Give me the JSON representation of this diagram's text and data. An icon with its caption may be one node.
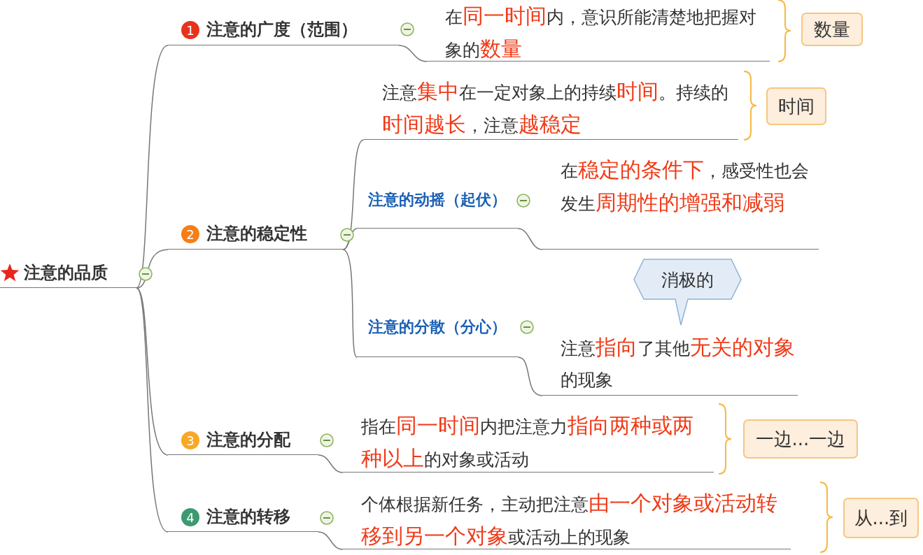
{
  "diagram": {
    "nodes": [
      {
        "text": [
          "注意的品质"
        ]
      },
      {
        "text": [
          "注意的广度（范围）"
        ]
      },
      {
        "text": [
          "在**同一时间**内，意识所能清楚地把握对象的**数量**"
        ]
      },
      {
        "text": [
          "数量"
        ]
      },
      {
        "text": [
          "注意的稳定性"
        ]
      },
      {
        "text": [
          "注意**集中**在一定对象上的持续**时间**。持续的**时间越长**，注意**越稳定**"
        ]
      },
      {
        "text": [
          "时间"
        ]
      },
      {
        "text": [
          "注意的动摇（起伏）"
        ]
      },
      {
        "text": [
          "在**稳定的条件下**，感受性也会发生**周期性的增强和减弱**"
        ]
      },
      {
        "text": [
          "注意的分散（分心）"
        ]
      },
      {
        "text": [
          "消极的"
        ]
      },
      {
        "text": [
          "注意**指向**了其他**无关的对象**的现象"
        ]
      },
      {
        "text": [
          "注意的分配"
        ]
      },
      {
        "text": [
          "指在**同一时间**内把注意力**指向两种或两种以上**的对象或活动"
        ]
      },
      {
        "text": [
          "一边...一边"
        ]
      },
      {
        "text": [
          "注意的转移"
        ]
      },
      {
        "text": [
          "个体根据新任务，主动把注意**由一个对象或活动转移到另一个对象**或活动上的现象"
        ]
      },
      {
        "text": [
          "从...到"
        ]
      }
    ],
    "edges": [
      {
        "from": 0,
        "to": 1,
        "arrow": "none"
      },
      {
        "from": 0,
        "to": 4,
        "arrow": "none"
      },
      {
        "from": 0,
        "to": 12,
        "arrow": "none"
      },
      {
        "from": 0,
        "to": 15,
        "arrow": "none"
      },
      {
        "from": 1,
        "to": 2,
        "arrow": "none"
      },
      {
        "from": 4,
        "to": 5,
        "arrow": "none"
      },
      {
        "from": 4,
        "to": 7,
        "arrow": "none"
      },
      {
        "from": 4,
        "to": 9,
        "arrow": "none"
      },
      {
        "from": 7,
        "to": 8,
        "arrow": "none"
      },
      {
        "from": 9,
        "to": 11,
        "arrow": "none"
      },
      {
        "from": 12,
        "to": 13,
        "arrow": "none"
      },
      {
        "from": 15,
        "to": 16,
        "arrow": "none"
      }
    ],
    "labels": [
      "1",
      "2",
      "3",
      "4"
    ]
  }
}
